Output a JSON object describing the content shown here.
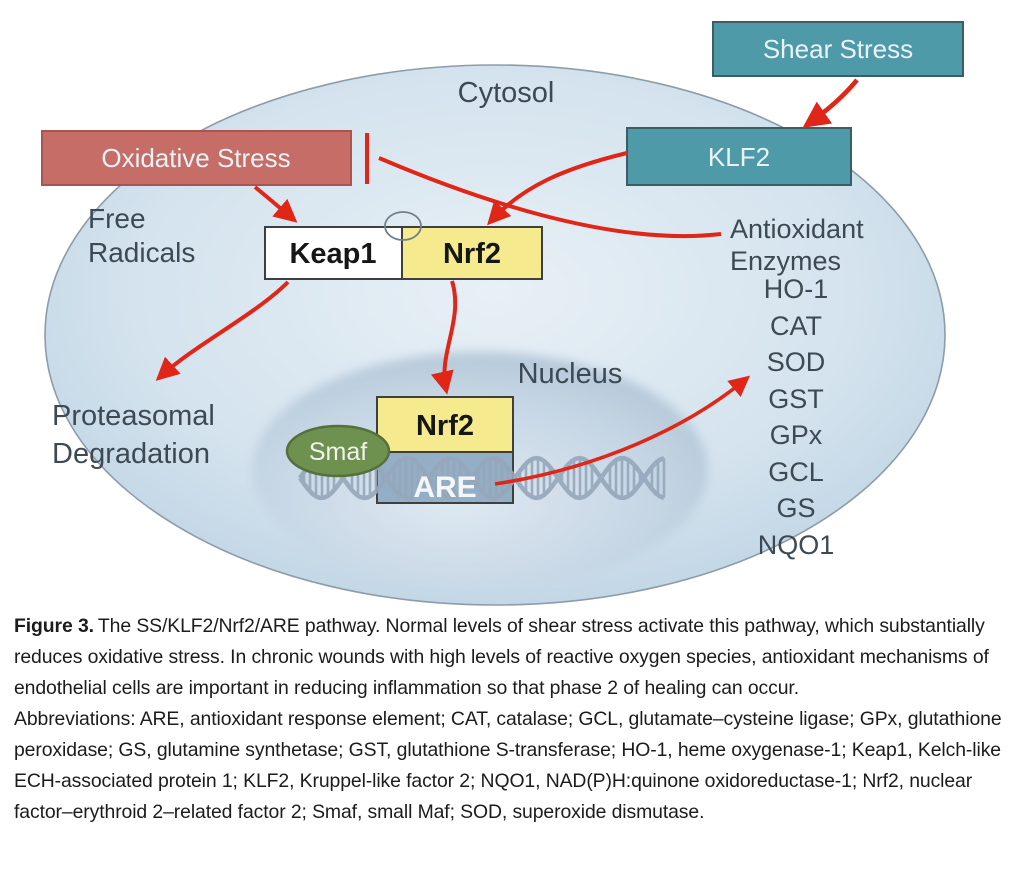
{
  "diagram": {
    "compartments": {
      "cytosol": "Cytosol",
      "nucleus": "Nucleus"
    },
    "boxes": {
      "shear_stress": "Shear Stress",
      "klf2": "KLF2",
      "oxidative_stress": "Oxidative Stress",
      "keap1": "Keap1",
      "nrf2_cytosol": "Nrf2",
      "nrf2_nucleus": "Nrf2",
      "are": "ARE",
      "smaf": "Smaf"
    },
    "labels": {
      "free_radicals_line1": "Free",
      "free_radicals_line2": "Radicals",
      "antioxidant_line1": "Antioxidant",
      "antioxidant_line2": "Enzymes",
      "proteasomal_line1": "Proteasomal",
      "proteasomal_line2": "Degradation"
    },
    "enzymes": [
      "HO-1",
      "CAT",
      "SOD",
      "GST",
      "GPx",
      "GCL",
      "GS",
      "NQO1"
    ],
    "colors": {
      "teal_box": "#4f9aa8",
      "red_box": "#c66d68",
      "yellow_box": "#f6ea8e",
      "white_box": "#ffffff",
      "are_box": "#93aec5",
      "smaf_green": "#6e9150",
      "arrow_red": "#e02617",
      "dna_gray": "#96a8bb"
    }
  },
  "caption": {
    "figure_label": "Figure 3.",
    "text": "The SS/KLF2/Nrf2/ARE pathway. Normal levels of shear stress activate this pathway, which substantially reduces oxidative stress. In chronic wounds with high levels of reactive oxygen species, antioxidant mechanisms of endothelial cells are important in reducing inflammation so that phase 2 of healing can occur.",
    "abbreviations": "Abbreviations: ARE, antioxidant response element; CAT, catalase; GCL, glutamate–cysteine ligase; GPx, glutathione peroxidase; GS, glutamine synthetase; GST, glutathione S-transferase; HO-1, heme oxygenase-1; Keap1, Kelch-like ECH-associated protein 1; KLF2, Kruppel-like factor 2; NQO1, NAD(P)H:quinone oxidoreductase-1; Nrf2, nuclear factor–erythroid 2–related factor 2; Smaf, small Maf; SOD, superoxide dismutase."
  }
}
